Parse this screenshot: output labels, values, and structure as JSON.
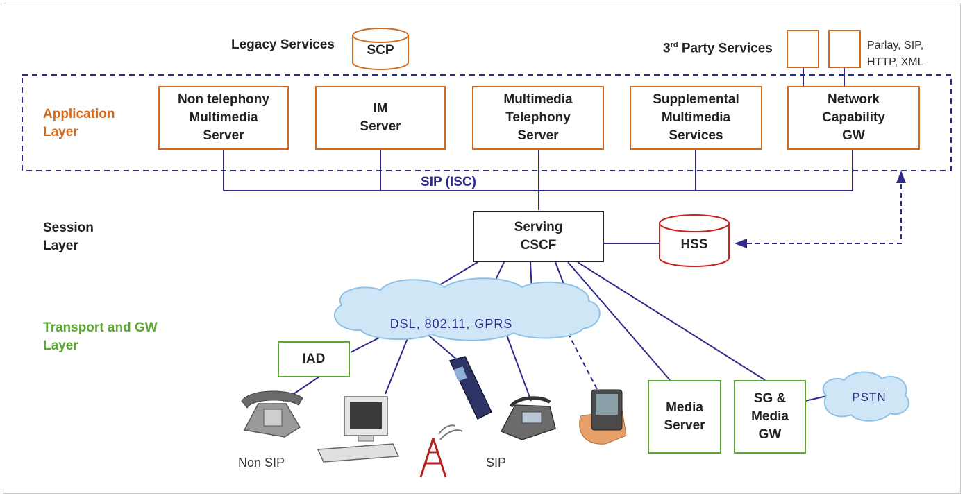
{
  "layers": {
    "application": "Application\nLayer",
    "session": "Session\nLayer",
    "transport": "Transport and GW\nLayer"
  },
  "colors": {
    "application": "#d2691e",
    "transport": "#5aa832",
    "link": "#2e2a8c",
    "db": "#cc2222"
  },
  "top": {
    "legacy_label": "Legacy Services",
    "scp": "SCP",
    "third_party_prefix": "3",
    "third_party_sup": "rd",
    "third_party_suffix": " Party Services",
    "protocols": "Parlay, SIP,\nHTTP, XML"
  },
  "servers": [
    "Non telephony\nMultimedia\nServer",
    "IM\nServer",
    "Multimedia\nTelephony\nServer",
    "Supplemental\nMultimedia\nServices",
    "Network\nCapability\nGW"
  ],
  "sip_isc": "SIP (ISC)",
  "cscf": "Serving\nCSCF",
  "hss": "HSS",
  "access_cloud": "DSL, 802.11, GPRS",
  "iad": "IAD",
  "media_server": "Media\nServer",
  "sg_gw": "SG &\nMedia\nGW",
  "pstn": "PSTN",
  "non_sip": "Non SIP",
  "sip": "SIP",
  "icons": [
    "desk-phone-icon",
    "desktop-computer-icon",
    "radio-tower-icon",
    "mobile-phone-icon",
    "ip-phone-icon",
    "pda-icon"
  ]
}
